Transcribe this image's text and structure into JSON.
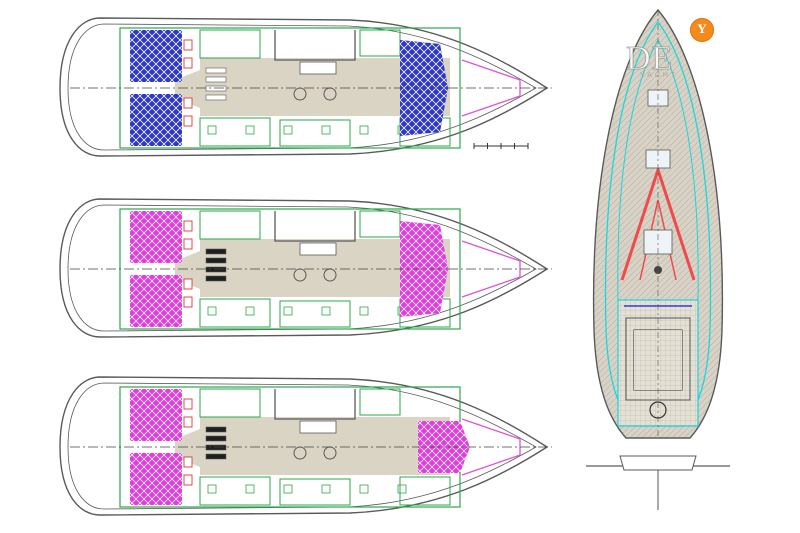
{
  "watermark": {
    "text": "DE",
    "subtext": "YACHT"
  },
  "logo": {
    "glyph": "Y",
    "color": "#f28a1e"
  },
  "colors": {
    "outline": "#5a5a5a",
    "cabinet": "#2aa84a",
    "floor": "#d9d4c4",
    "berth_navy": "#2d37c8",
    "berth_magenta": "#e43be0",
    "forepeak": "#e052d6",
    "deck_cyan": "#18d7e0",
    "deck_red": "#f04a4a",
    "teak": "#cfc8b6"
  },
  "layouts": [
    {
      "name": "layout-2-cabin",
      "berths": "navy"
    },
    {
      "name": "layout-3-cabin",
      "berths": "magenta"
    },
    {
      "name": "layout-4-cabin",
      "berths": "magenta"
    }
  ]
}
